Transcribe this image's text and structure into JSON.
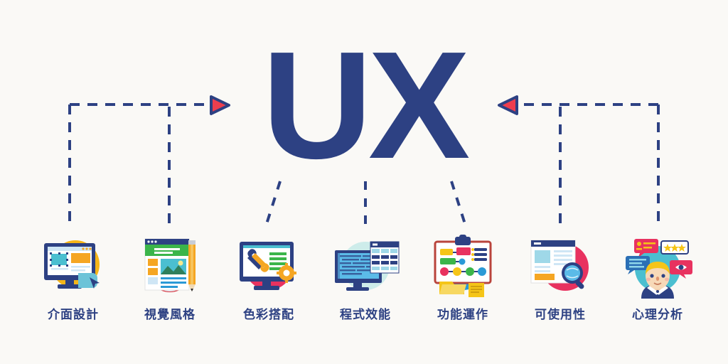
{
  "meta": {
    "background_color": "#faf9f6",
    "navy": "#2d4183",
    "red": "#ee3e4e",
    "orange": "#f5a623",
    "teal": "#4bbfd0",
    "green": "#3bb54a",
    "pink": "#e8325f",
    "light_teal": "#cdecea",
    "blue": "#2b9ad6"
  },
  "center": {
    "title": "UX"
  },
  "arrows": [
    {
      "name": "arrow-left-branch",
      "direction": "right",
      "fill": "#ee3e4e",
      "stroke": "#2d4183"
    },
    {
      "name": "arrow-right-branch",
      "direction": "left",
      "fill": "#ee3e4e",
      "stroke": "#2d4183"
    }
  ],
  "items": [
    {
      "id": "interface-design",
      "label": "介面設計",
      "icon": "monitor-wireframe-icon",
      "circle_color": "#f5b519"
    },
    {
      "id": "visual-style",
      "label": "視覺風格",
      "icon": "webpage-pencil-icon",
      "circle_color": "#d6303c"
    },
    {
      "id": "color-matching",
      "label": "色彩搭配",
      "icon": "monitor-tools-icon",
      "circle_color": "#e8325f"
    },
    {
      "id": "program-performance",
      "label": "程式效能",
      "icon": "monitor-code-icon",
      "circle_color": "#cdecea"
    },
    {
      "id": "function-operation",
      "label": "功能運作",
      "icon": "clipboard-flowchart-icon",
      "circle_color": "#2b9ad6"
    },
    {
      "id": "usability",
      "label": "可使用性",
      "icon": "browser-search-icon",
      "circle_color": "#e8325f"
    },
    {
      "id": "psychology-analysis",
      "label": "心理分析",
      "icon": "person-feedback-icon",
      "circle_color": "#4bbfd0"
    }
  ]
}
